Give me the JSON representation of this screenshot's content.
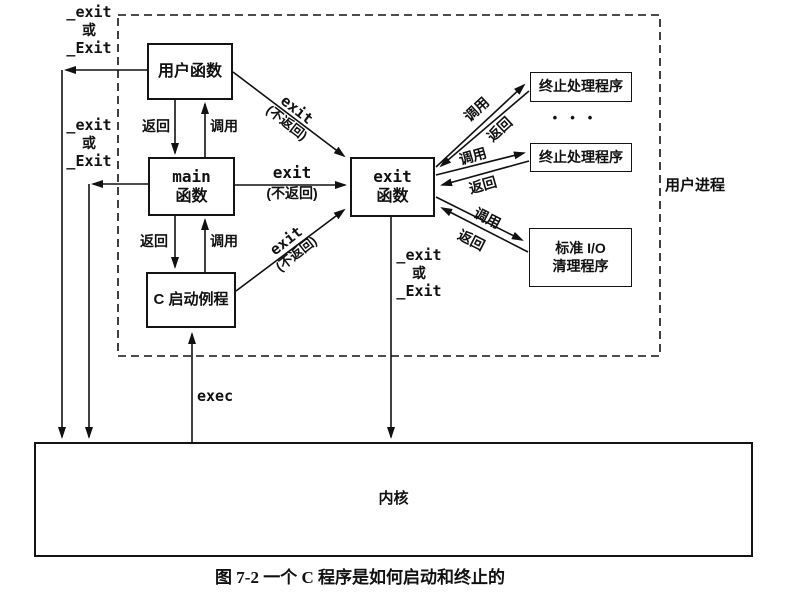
{
  "diagram": {
    "caption": "图 7-2  一个 C 程序是如何启动和终止的",
    "user_process_label": "用户进程",
    "ellipsis": "•••"
  },
  "boxes": {
    "user_functions": "用户函数",
    "main_l1": "main",
    "main_l2": "函数",
    "c_startup": "C 启动例程",
    "exit_l1": "exit",
    "exit_l2": "函数",
    "exit_handler": "终止处理程序",
    "stdio_l1": "标准 I/O",
    "stdio_l2": "清理程序",
    "kernel": "内核"
  },
  "labels": {
    "uexit": "_exit",
    "or": "或",
    "uExit": "_Exit",
    "ret": "返回",
    "call": "调用",
    "exit_call": "exit",
    "no_return": "(不返回)",
    "exec": "exec"
  },
  "colors": {
    "ink": "#111111",
    "background": "#ffffff"
  }
}
